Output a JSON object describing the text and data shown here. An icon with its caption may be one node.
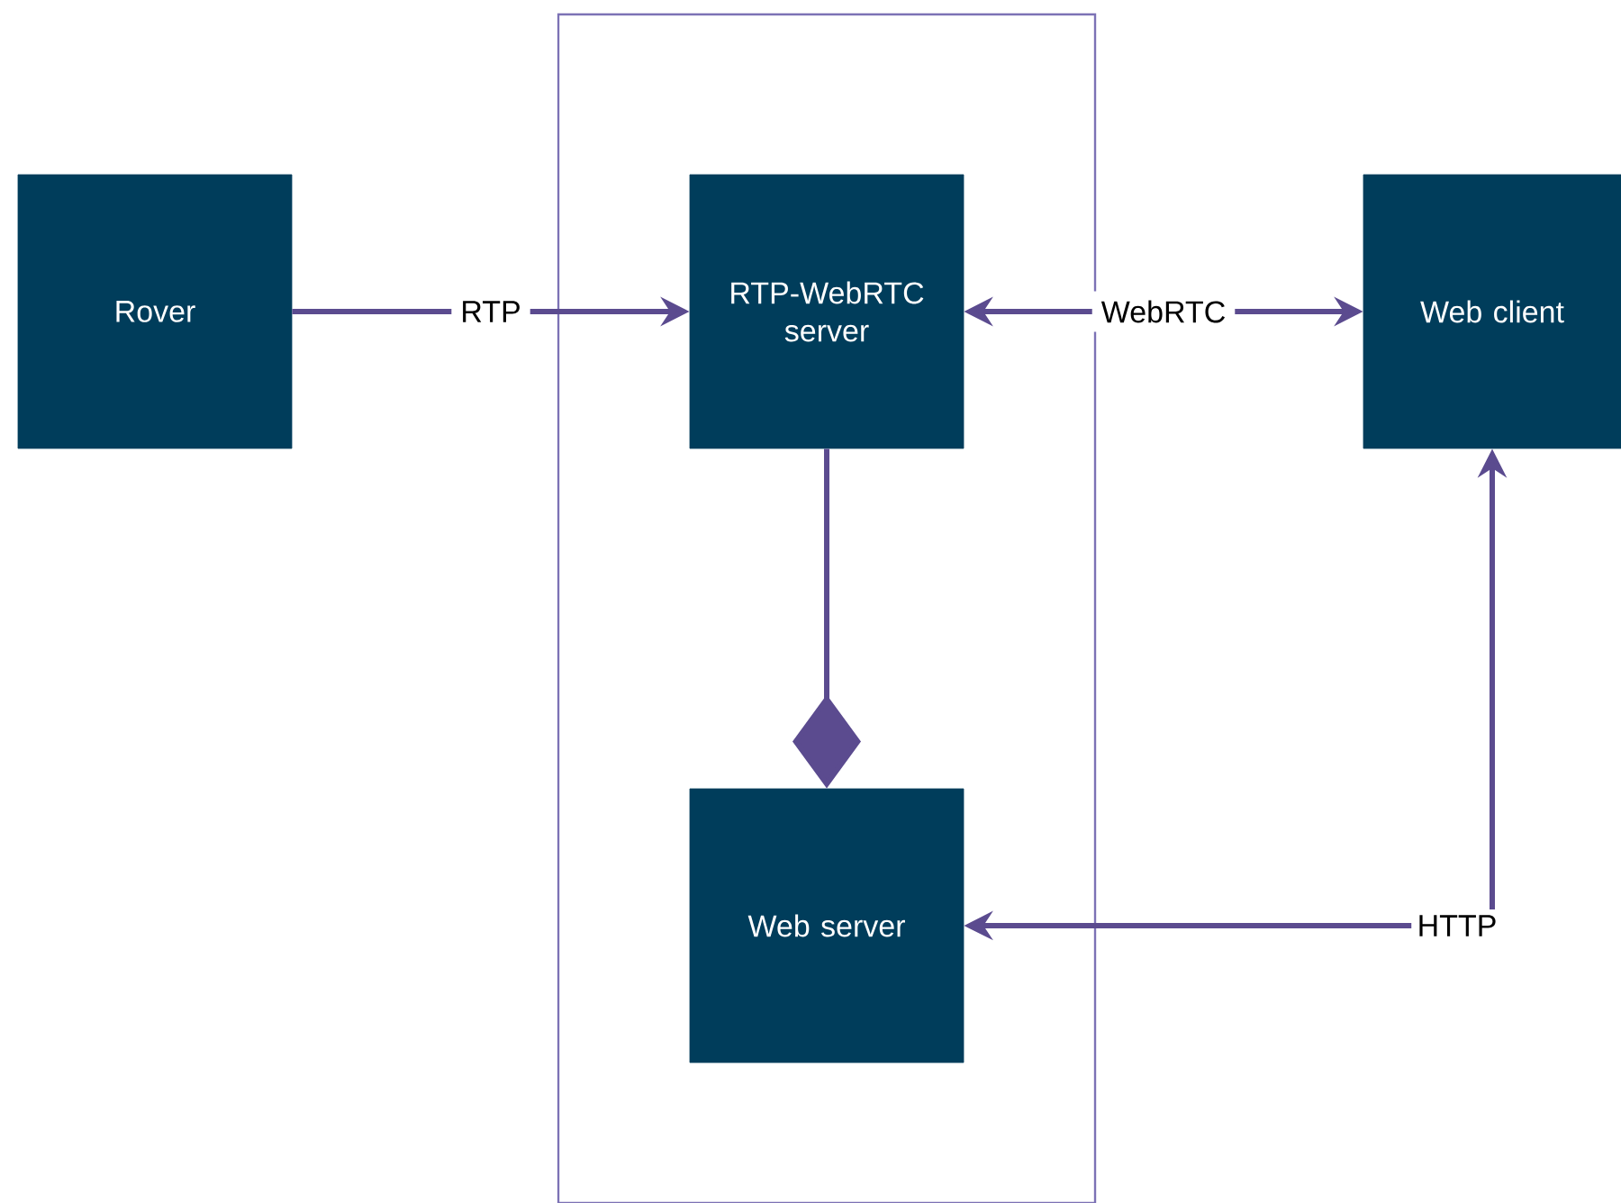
{
  "diagram": {
    "nodes": [
      {
        "text": [],
        "shape": "box"
      },
      {
        "text": [
          "Rover"
        ]
      },
      {
        "text": [
          "RTP-WebRTC server"
        ],
        "in": 0
      },
      {
        "text": [
          "Web client"
        ]
      },
      {
        "text": [
          "Web server"
        ],
        "in": 0
      },
      {
        "text": [
          "HTTP"
        ]
      }
    ],
    "edges": [
      {
        "from": 1,
        "to": 2,
        "arrow": "to",
        "label": "RTP"
      },
      {
        "from": 2,
        "to": 3,
        "arrow": "both",
        "label": "WebRTC"
      },
      {
        "from": 2,
        "to": 4,
        "arrow": "other"
      },
      {
        "from": 5,
        "to": 4,
        "arrow": "to"
      },
      {
        "from": 5,
        "to": 3,
        "arrow": "to"
      }
    ]
  }
}
